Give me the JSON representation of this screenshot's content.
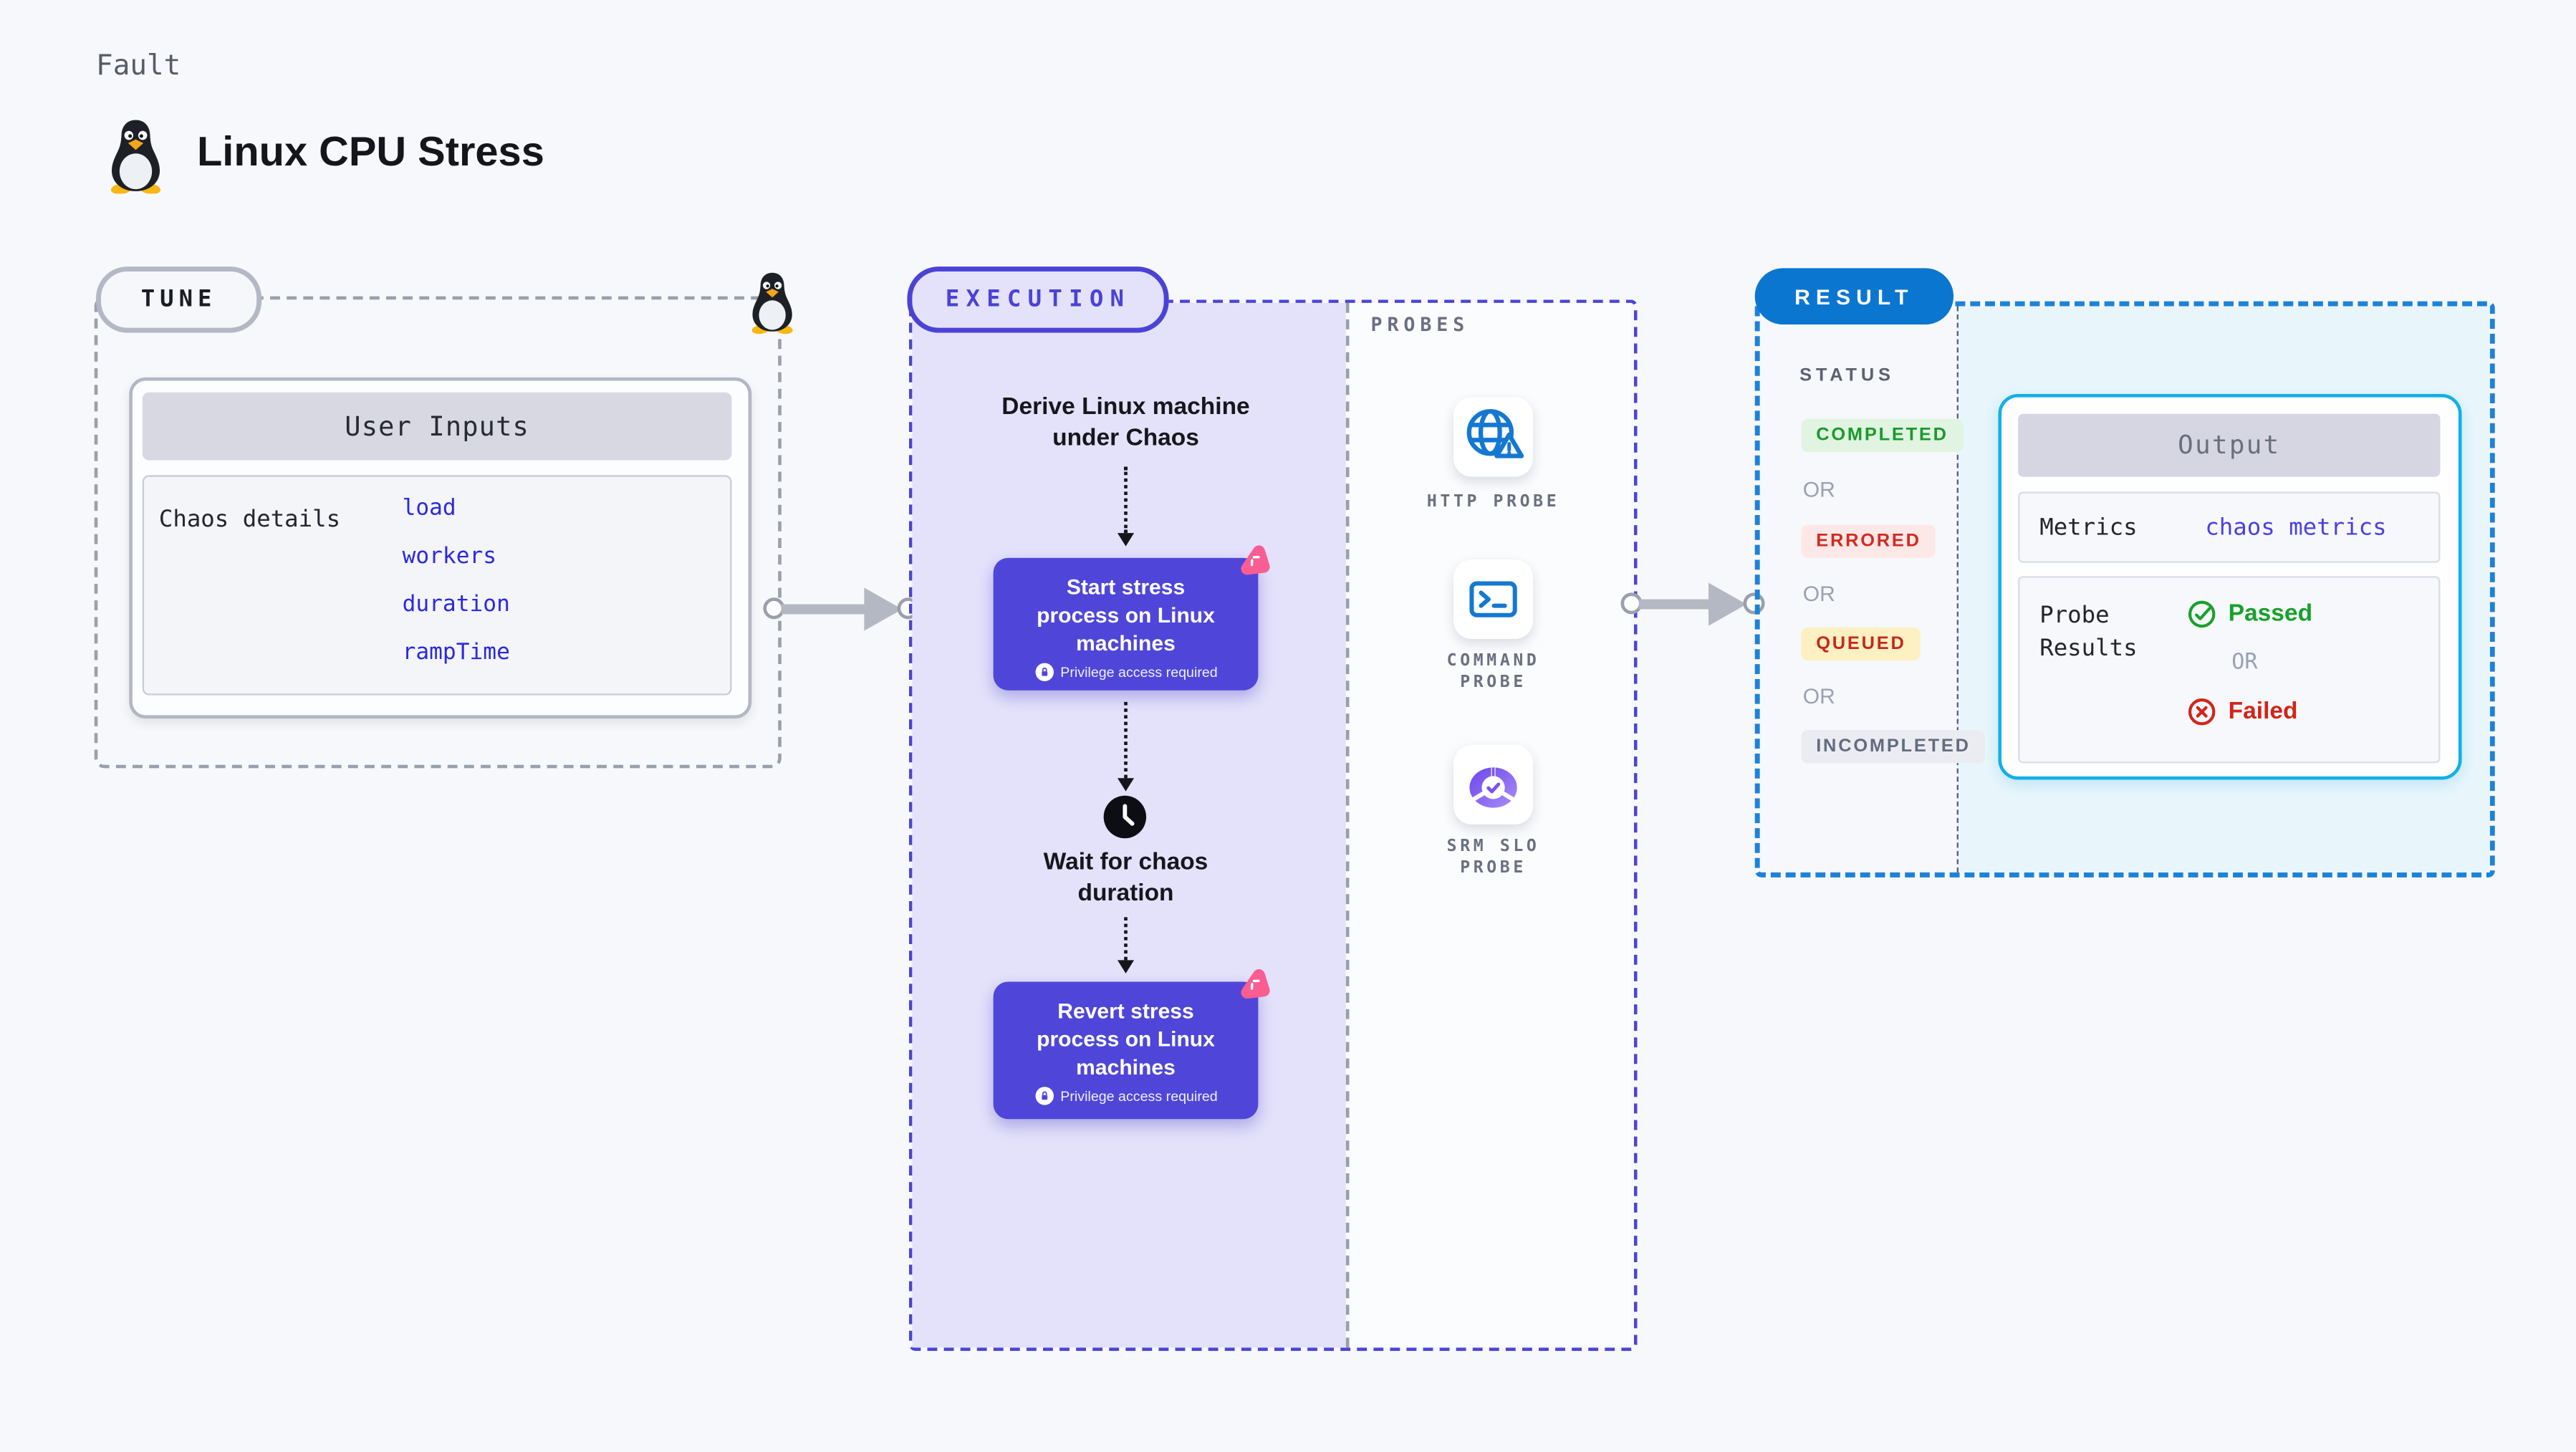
{
  "header": {
    "kicker": "Fault",
    "title": "Linux CPU Stress"
  },
  "tune": {
    "badge": "TUNE",
    "user_inputs_title": "User Inputs",
    "chaos_details_label": "Chaos details",
    "params": [
      {
        "label": "load"
      },
      {
        "label": "workers"
      },
      {
        "label": "duration"
      },
      {
        "label": "rampTime"
      }
    ]
  },
  "execution": {
    "badge": "EXECUTION",
    "derive_lines": [
      "Derive Linux machine",
      "under Chaos"
    ],
    "start_node": {
      "lines": [
        "Start stress",
        "process on Linux",
        "machines"
      ],
      "privilege": "Privilege access required"
    },
    "wait_lines": [
      "Wait for chaos",
      "duration"
    ],
    "revert_node": {
      "lines": [
        "Revert stress",
        "process on Linux",
        "machines"
      ],
      "privilege": "Privilege access required"
    }
  },
  "probes": {
    "badge": "PROBES",
    "items": [
      {
        "icon": "globe-alert-icon",
        "lines": [
          "HTTP PROBE",
          ""
        ]
      },
      {
        "icon": "terminal-icon",
        "lines": [
          "COMMAND",
          "PROBE"
        ]
      },
      {
        "icon": "slo-donut-icon",
        "lines": [
          "SRM SLO",
          "PROBE"
        ]
      }
    ]
  },
  "result": {
    "badge": "RESULT",
    "status_label": "STATUS",
    "or_label": "OR",
    "statuses": [
      {
        "label": "COMPLETED",
        "text_color": "#189a2a",
        "bg_color": "#e1f4e1"
      },
      {
        "label": "ERRORED",
        "text_color": "#d22a1f",
        "bg_color": "#fde8e8"
      },
      {
        "label": "QUEUED",
        "text_color": "#c7271c",
        "bg_color": "#fdf0c2"
      },
      {
        "label": "INCOMPLETED",
        "text_color": "#646b80",
        "bg_color": "#ebecf2"
      }
    ],
    "output": {
      "title": "Output",
      "metrics_label": "Metrics",
      "metrics_value": "chaos metrics",
      "probe_results_lines": [
        "Probe",
        "Results"
      ],
      "passed_label": "Passed",
      "failed_label": "Failed"
    }
  },
  "colors": {
    "accent_indigo": "#4f46d9",
    "lavender_panel": "#e4e2fb",
    "result_blue": "#0b76cf",
    "result_dashed": "#1d82d8",
    "output_border": "#12b0e6",
    "output_panel_bg": "#e8f6fc",
    "param_link_blue": "#2b28e2",
    "metrics_link_indigo": "#4b3fe4",
    "passed_green": "#17a12b",
    "failed_red": "#d22418",
    "probe_icon_blue": "#1478d1",
    "chaos_badge_pink": "#f95d92"
  }
}
